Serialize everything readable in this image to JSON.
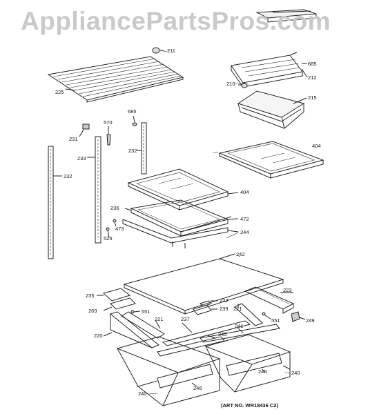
{
  "watermark": "AppliancePartsPros.com",
  "art_number": "(ART NO. WR18436 C2)",
  "callouts": {
    "c211": "211",
    "c685a": "685",
    "c212": "212",
    "c210": "210",
    "c215": "215",
    "c225": "225",
    "c570": "570",
    "c685b": "685",
    "c231": "231",
    "c233": "233",
    "c232a": "232",
    "c232b": "232",
    "c404a": "404",
    "c404b": "404",
    "c236": "236",
    "c472": "472",
    "c473": "473",
    "c525": "525",
    "c244": "244",
    "c242": "242",
    "c235": "235",
    "c223": "223",
    "c222": "222",
    "c263": "263",
    "c551a": "551",
    "c239": "239",
    "c221a": "221",
    "c221b": "221",
    "c237": "237",
    "c241": "241",
    "c551b": "551",
    "c249": "249",
    "c220": "220",
    "c245": "245",
    "c246a": "246",
    "c246b": "246",
    "c240a": "240",
    "c240b": "240"
  }
}
